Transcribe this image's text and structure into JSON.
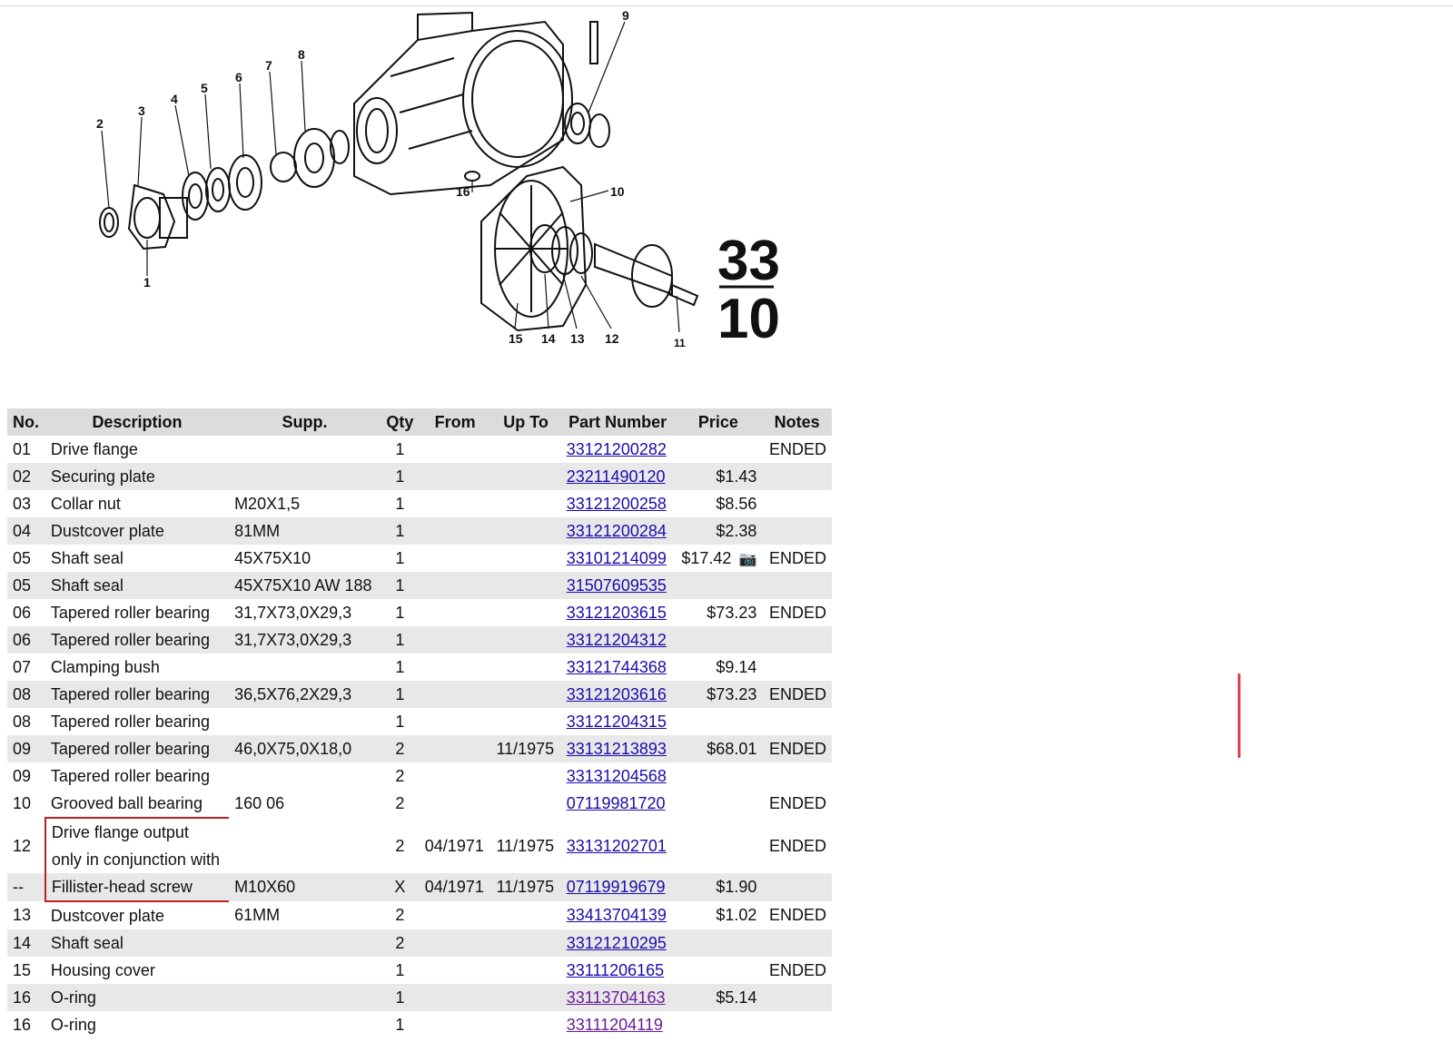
{
  "diagram": {
    "group_top": "33",
    "group_bottom": "10",
    "callouts": [
      "1",
      "2",
      "3",
      "4",
      "5",
      "6",
      "7",
      "8",
      "9",
      "10",
      "11",
      "12",
      "13",
      "14",
      "15",
      "16"
    ]
  },
  "table": {
    "headers": {
      "no": "No.",
      "description": "Description",
      "supp": "Supp.",
      "qty": "Qty",
      "from": "From",
      "up_to": "Up To",
      "part_number": "Part Number",
      "price": "Price",
      "notes": "Notes"
    },
    "rows": [
      {
        "no": "01",
        "description": "Drive flange",
        "supp": "",
        "qty": "1",
        "from": "",
        "up_to": "",
        "part_number": "33121200282",
        "price": "",
        "notes": "ENDED"
      },
      {
        "no": "02",
        "description": "Securing plate",
        "supp": "",
        "qty": "1",
        "from": "",
        "up_to": "",
        "part_number": "23211490120",
        "price": "$1.43",
        "notes": ""
      },
      {
        "no": "03",
        "description": "Collar nut",
        "supp": "M20X1,5",
        "qty": "1",
        "from": "",
        "up_to": "",
        "part_number": "33121200258",
        "price": "$8.56",
        "notes": ""
      },
      {
        "no": "04",
        "description": "Dustcover plate",
        "supp": "81MM",
        "qty": "1",
        "from": "",
        "up_to": "",
        "part_number": "33121200284",
        "price": "$2.38",
        "notes": ""
      },
      {
        "no": "05",
        "description": "Shaft seal",
        "supp": "45X75X10",
        "qty": "1",
        "from": "",
        "up_to": "",
        "part_number": "33101214099",
        "price": "$17.42",
        "notes": "ENDED",
        "camera": true
      },
      {
        "no": "05",
        "description": "Shaft seal",
        "supp": "45X75X10 AW 188",
        "qty": "1",
        "from": "",
        "up_to": "",
        "part_number": "31507609535",
        "price": "",
        "notes": ""
      },
      {
        "no": "06",
        "description": "Tapered roller bearing",
        "supp": "31,7X73,0X29,3",
        "qty": "1",
        "from": "",
        "up_to": "",
        "part_number": "33121203615",
        "price": "$73.23",
        "notes": "ENDED"
      },
      {
        "no": "06",
        "description": "Tapered roller bearing",
        "supp": "31,7X73,0X29,3",
        "qty": "1",
        "from": "",
        "up_to": "",
        "part_number": "33121204312",
        "price": "",
        "notes": ""
      },
      {
        "no": "07",
        "description": "Clamping bush",
        "supp": "",
        "qty": "1",
        "from": "",
        "up_to": "",
        "part_number": "33121744368",
        "price": "$9.14",
        "notes": ""
      },
      {
        "no": "08",
        "description": "Tapered roller bearing",
        "supp": "36,5X76,2X29,3",
        "qty": "1",
        "from": "",
        "up_to": "",
        "part_number": "33121203616",
        "price": "$73.23",
        "notes": "ENDED"
      },
      {
        "no": "08",
        "description": "Tapered roller bearing",
        "supp": "",
        "qty": "1",
        "from": "",
        "up_to": "",
        "part_number": "33121204315",
        "price": "",
        "notes": ""
      },
      {
        "no": "09",
        "description": "Tapered roller bearing",
        "supp": "46,0X75,0X18,0",
        "qty": "2",
        "from": "",
        "up_to": "11/1975",
        "part_number": "33131213893",
        "price": "$68.01",
        "notes": "ENDED"
      },
      {
        "no": "09",
        "description": "Tapered roller bearing",
        "supp": "",
        "qty": "2",
        "from": "",
        "up_to": "",
        "part_number": "33131204568",
        "price": "",
        "notes": ""
      },
      {
        "no": "10",
        "description": "Grooved ball bearing",
        "supp": "160 06",
        "qty": "2",
        "from": "",
        "up_to": "",
        "part_number": "07119981720",
        "price": "",
        "notes": "ENDED"
      },
      {
        "no": "12",
        "description": "Drive flange output",
        "description2": "only in conjunction with",
        "supp": "",
        "qty": "2",
        "from": "04/1971",
        "up_to": "11/1975",
        "part_number": "33131202701",
        "price": "",
        "notes": "ENDED"
      },
      {
        "no": "--",
        "description": "Fillister-head screw",
        "supp": "M10X60",
        "qty": "X",
        "from": "04/1971",
        "up_to": "11/1975",
        "part_number": "07119919679",
        "price": "$1.90",
        "notes": ""
      },
      {
        "no": "13",
        "description": "Dustcover plate",
        "supp": "61MM",
        "qty": "2",
        "from": "",
        "up_to": "",
        "part_number": "33413704139",
        "price": "$1.02",
        "notes": "ENDED"
      },
      {
        "no": "14",
        "description": "Shaft seal",
        "supp": "",
        "qty": "2",
        "from": "",
        "up_to": "",
        "part_number": "33121210295",
        "price": "",
        "notes": ""
      },
      {
        "no": "15",
        "description": "Housing cover",
        "supp": "",
        "qty": "1",
        "from": "",
        "up_to": "",
        "part_number": "33111206165",
        "price": "",
        "notes": "ENDED"
      },
      {
        "no": "16",
        "description": "O-ring",
        "supp": "",
        "qty": "1",
        "from": "",
        "up_to": "",
        "part_number": "33113704163",
        "price": "$5.14",
        "notes": ""
      },
      {
        "no": "16",
        "description": "O-ring",
        "supp": "",
        "qty": "1",
        "from": "",
        "up_to": "",
        "part_number": "33111204119",
        "price": "",
        "notes": ""
      }
    ]
  }
}
